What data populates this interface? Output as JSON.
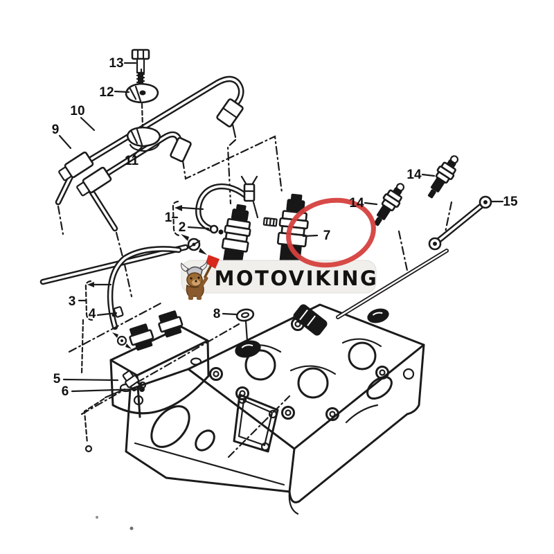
{
  "page": {
    "background_color": "#ffffff",
    "ink_color": "#1b1b1b"
  },
  "watermark": {
    "brand_text": "MOTOVIKING",
    "pill_color": "#f1efec",
    "text_color": "#141210",
    "mascot": "viking-dog-with-red-axe",
    "mascot_axe_color": "#d8281c",
    "mascot_body_color": "#8a5a2e",
    "mascot_helmet_color": "#c7c6cc"
  },
  "highlight": {
    "circled_part": "7",
    "circle_color": "#d5403d"
  },
  "callouts": [
    {
      "num": "1"
    },
    {
      "num": "2"
    },
    {
      "num": "3"
    },
    {
      "num": "4"
    },
    {
      "num": "5"
    },
    {
      "num": "6"
    },
    {
      "num": "7"
    },
    {
      "num": "8"
    },
    {
      "num": "9"
    },
    {
      "num": "10"
    },
    {
      "num": "11"
    },
    {
      "num": "12"
    },
    {
      "num": "13"
    },
    {
      "num": "14"
    },
    {
      "num": "14"
    },
    {
      "num": "15"
    }
  ]
}
